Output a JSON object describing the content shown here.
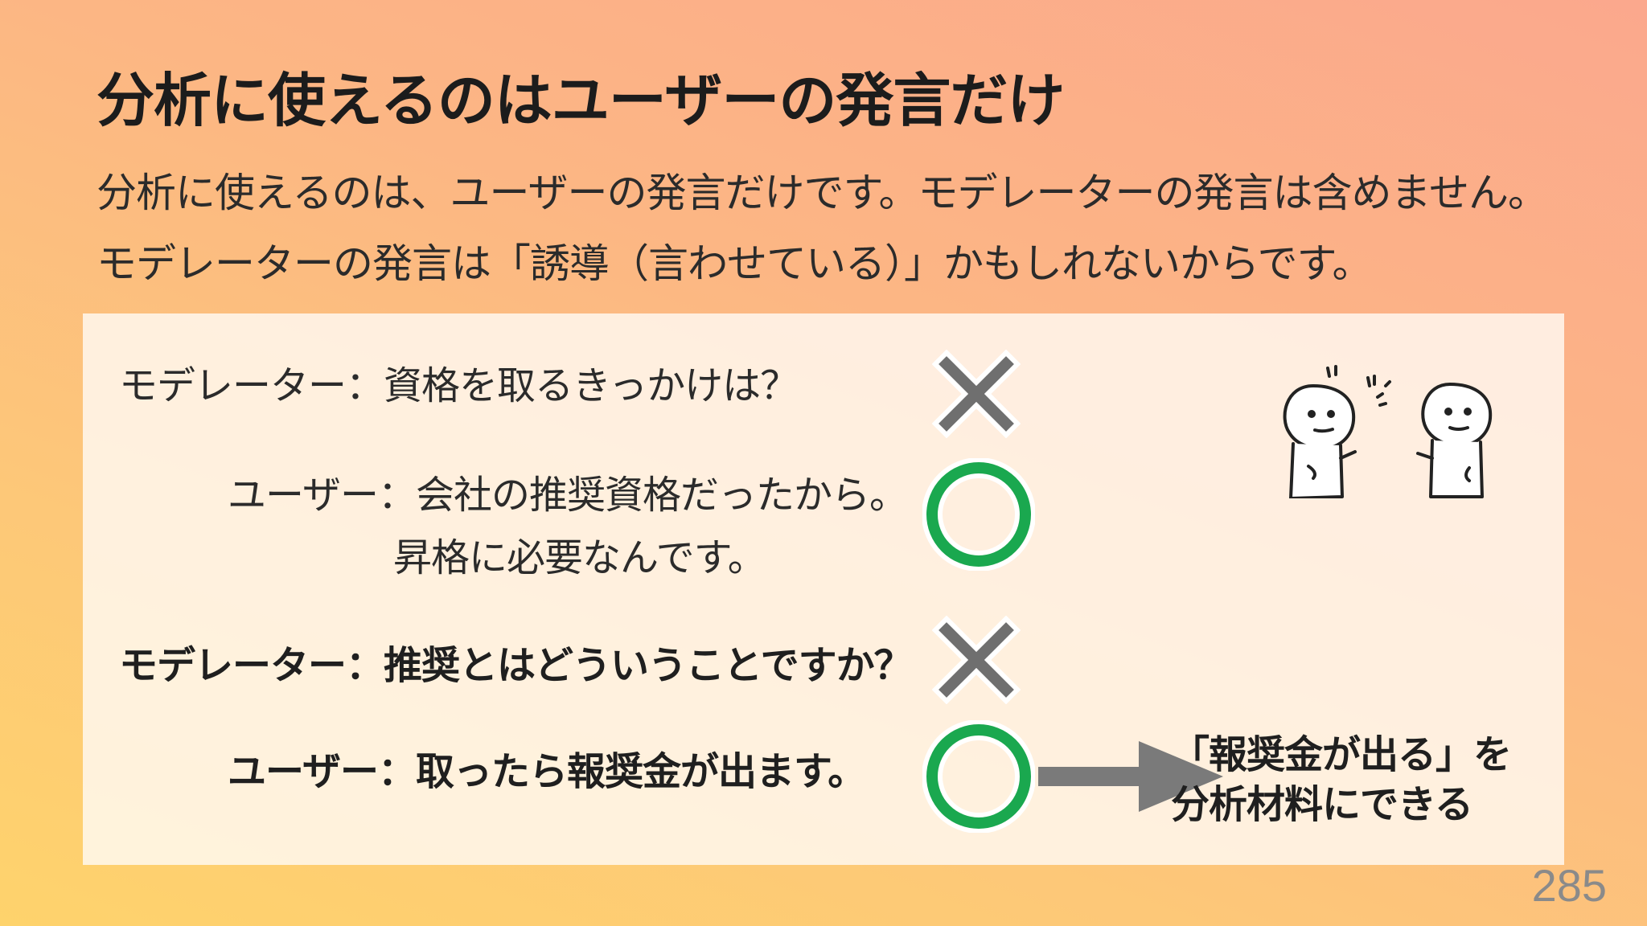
{
  "slide": {
    "title": "分析に使えるのはユーザーの発言だけ",
    "lead_line1": "分析に使えるのは、ユーザーの発言だけです。モデレーターの発言は含めません。",
    "lead_line2": "モデレーターの発言は「誘導（言わせている）」かもしれないからです。",
    "page_number": "285"
  },
  "dialogue": [
    {
      "speaker": "モデレーター：",
      "text": "資格を取るきっかけは？",
      "mark": "cross-icon",
      "emphasis": false
    },
    {
      "speaker": "ユーザー：",
      "text": "会社の推奨資格だったから。",
      "text2": "昇格に必要なんです。",
      "mark": "circle-icon",
      "emphasis": false
    },
    {
      "speaker": "モデレーター：",
      "text": "推奨とはどういうことですか？",
      "mark": "cross-icon",
      "emphasis": true
    },
    {
      "speaker": "ユーザー：",
      "text": "取ったら報奨金が出ます。",
      "mark": "circle-icon",
      "emphasis": true
    }
  ],
  "result": {
    "line1": "「報奨金が出る」を",
    "line2": "分析材料にできる"
  },
  "colors": {
    "circle": "#1aa84f",
    "cross": "#6f6f6f",
    "arrow": "#7a7a7a",
    "page_number": "#8a8a8a"
  },
  "illustration": "two-people-talking-icon"
}
